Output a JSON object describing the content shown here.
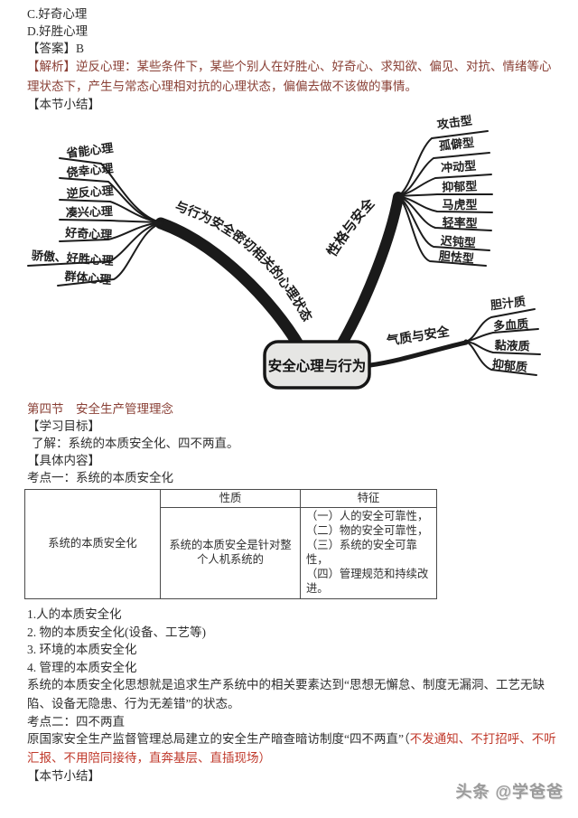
{
  "colors": {
    "dark_red": "#8a4036",
    "bright_red": "#c0392b",
    "text": "#2e2e2e",
    "watermark_gray": "#9b9b9b",
    "node_fill": "#e6e6e4",
    "ink": "#1a1a1a"
  },
  "qa": {
    "option_c": "C.好奇心理",
    "option_d": "D.好胜心理",
    "answer": "【答案】B",
    "analysis": "【解析】逆反心理：某些条件下，某些个别人在好胜心、好奇心、求知欲、偏见、对抗、情绪等心理状态下，产生与常态心理相对抗的心理状态，偏偏去做不该做的事情。"
  },
  "summary_top": "【本节小结】",
  "mindmap": {
    "center": "安全心理与行为",
    "branches": [
      {
        "label": "与行为安全密切相关的心理状态",
        "items": [
          "省能心理",
          "侥幸心理",
          "逆反心理",
          "凑兴心理",
          "好奇心理",
          "骄傲、好胜心理",
          "群体心理"
        ]
      },
      {
        "label": "性格与安全",
        "items": [
          "攻击型",
          "孤僻型",
          "冲动型",
          "抑郁型",
          "马虎型",
          "轻率型",
          "迟钝型",
          "胆怯型"
        ]
      },
      {
        "label": "气质与安全",
        "items": [
          "胆汁质",
          "多血质",
          "黏液质",
          "抑郁质"
        ]
      }
    ]
  },
  "section": {
    "title": "第四节　安全生产管理理念",
    "goal_header": "【学习目标】",
    "goal": "了解：系统的本质安全化、四不两直。",
    "content_header": "【具体内容】",
    "point1": "考点一：系统的本质安全化",
    "point2": "考点二：四不两直"
  },
  "table": {
    "headers": [
      "性质",
      "特征"
    ],
    "row_label": "系统的本质安全化",
    "nature": "系统的本质安全是针对整个人机系统的",
    "features": [
      "（一）人的安全可靠性，",
      "（二）物的安全可靠性，",
      "（三）系统的安全可靠性，",
      "（四）管理规范和持续改进。"
    ]
  },
  "list": [
    "1.人的本质安全化",
    "2.  物的本质安全化(设备、工艺等)",
    "3.  环境的本质安全化",
    "4.  管理的本质安全化"
  ],
  "paragraph": "系统的本质安全化思想就是追求生产系统中的相关要素达到“思想无懈怠、制度无漏洞、工艺无缺陷、设备无隐患、行为无差错”的状态。",
  "four_no": {
    "prefix": "原国家安全生产监督管理总局建立的安全生产暗查暗访制度“四不两直”（",
    "red_part": "不发通知、不打招呼、不听汇报、不用陪同接待，直奔基层、直插现场）"
  },
  "summary_bottom": "【本节小结】",
  "watermark": "头条 @学爸爸"
}
